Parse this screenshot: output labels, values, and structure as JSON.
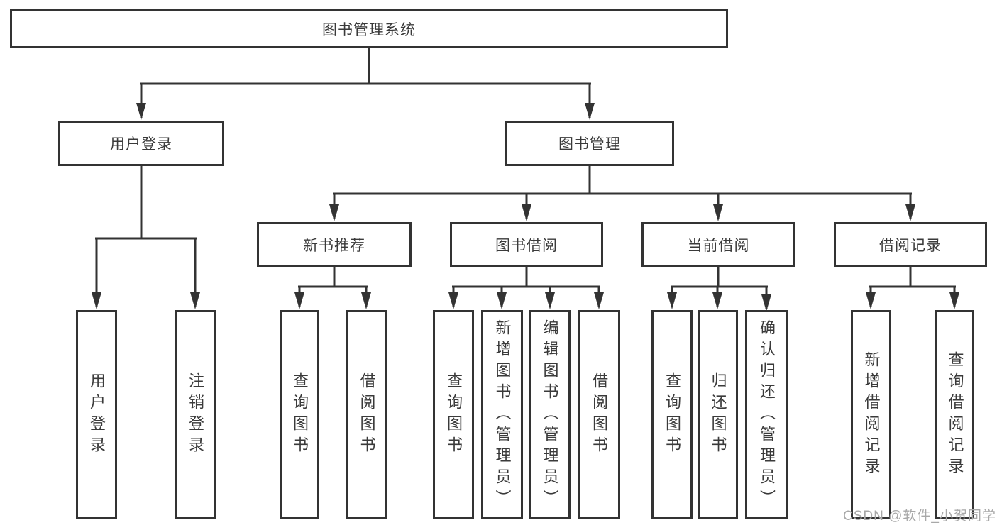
{
  "diagram": {
    "watermark": "CSDN @软件_小贺同学",
    "colors": {
      "line": "#333333",
      "box_border": "#333333",
      "text": "#3a3a3a",
      "watermark": "#a8a8a8",
      "background": "#ffffff"
    },
    "tree": {
      "label": "图书管理系统",
      "children": [
        {
          "label": "用户登录",
          "children": [
            {
              "label": "用户登录"
            },
            {
              "label": "注销登录"
            }
          ]
        },
        {
          "label": "图书管理",
          "children": [
            {
              "label": "新书推荐",
              "children": [
                {
                  "label": "查询图书"
                },
                {
                  "label": "借阅图书"
                }
              ]
            },
            {
              "label": "图书借阅",
              "children": [
                {
                  "label": "查询图书"
                },
                {
                  "label": "新增图书（管理员）"
                },
                {
                  "label": "编辑图书（管理员）"
                },
                {
                  "label": "借阅图书"
                }
              ]
            },
            {
              "label": "当前借阅",
              "children": [
                {
                  "label": "查询图书"
                },
                {
                  "label": "归还图书"
                },
                {
                  "label": "确认归还（管理员）"
                }
              ]
            },
            {
              "label": "借阅记录",
              "children": [
                {
                  "label": "新增借阅记录"
                },
                {
                  "label": "查询借阅记录"
                }
              ]
            }
          ]
        }
      ]
    }
  }
}
